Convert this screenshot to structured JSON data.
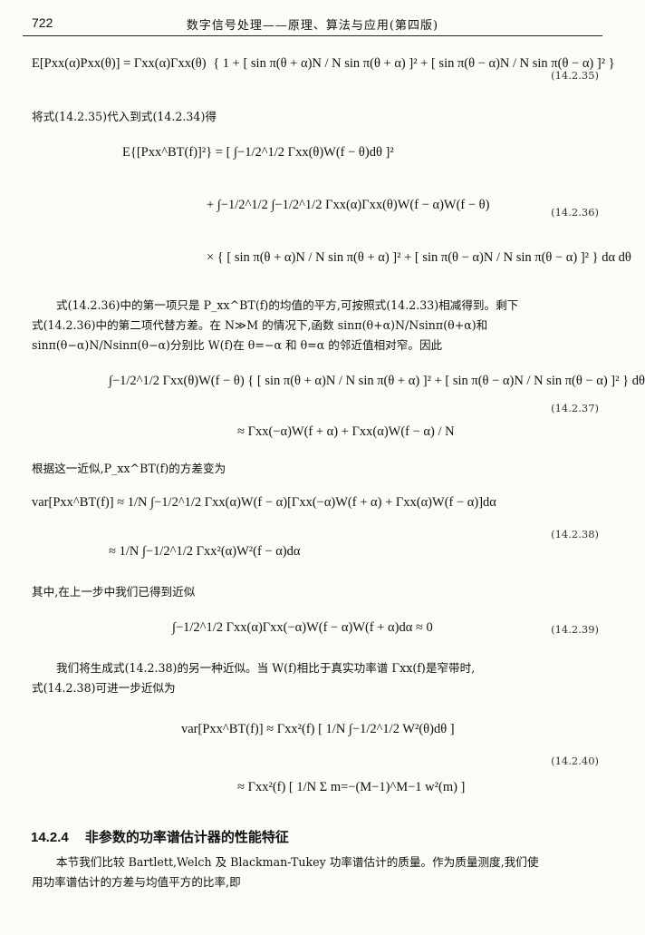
{
  "header": {
    "page_number": "722",
    "running_title": "数字信号处理——原理、算法与应用(第四版)"
  },
  "equations": {
    "e1435": {
      "number": "(14.2.35)",
      "lhs": "E[Pxx(α)Pxx(θ)] = Γxx(α)Γxx(θ)",
      "body": "{ 1 + [ sin π(θ + α)N / N sin π(θ + α) ]² + [ sin π(θ − α)N / N sin π(θ − α) ]² }"
    },
    "e1436": {
      "number": "(14.2.36)",
      "line1": "E{[Pxx^BT(f)]²} = [ ∫−1/2^1/2 Γxx(θ)W(f − θ)dθ ]²",
      "line2": "+ ∫−1/2^1/2 ∫−1/2^1/2 Γxx(α)Γxx(θ)W(f − α)W(f − θ)",
      "line3": "× { [ sin π(θ + α)N / N sin π(θ + α) ]² + [ sin π(θ − α)N / N sin π(θ − α) ]² } dα dθ"
    },
    "e1437": {
      "number": "(14.2.37)",
      "line1": "∫−1/2^1/2 Γxx(θ)W(f − θ) { [ sin π(θ + α)N / N sin π(θ + α) ]² + [ sin π(θ − α)N / N sin π(θ − α) ]² } dθ",
      "line2": "≈ Γxx(−α)W(f + α) + Γxx(α)W(f − α) / N"
    },
    "e1438": {
      "number": "(14.2.38)",
      "line1": "var[Pxx^BT(f)] ≈ 1/N ∫−1/2^1/2 Γxx(α)W(f − α)[Γxx(−α)W(f + α) + Γxx(α)W(f − α)]dα",
      "line2": "≈ 1/N ∫−1/2^1/2 Γxx²(α)W²(f − α)dα"
    },
    "e1439": {
      "number": "(14.2.39)",
      "line1": "∫−1/2^1/2 Γxx(α)Γxx(−α)W(f − α)W(f + α)dα ≈ 0"
    },
    "e1440": {
      "number": "(14.2.40)",
      "line1": "var[Pxx^BT(f)] ≈ Γxx²(f) [ 1/N ∫−1/2^1/2 W²(θ)dθ ]",
      "line2": "≈ Γxx²(f) [ 1/N Σ m=−(M−1)^M−1 w²(m) ]"
    }
  },
  "paragraphs": {
    "p1": "将式(14.2.35)代入到式(14.2.34)得",
    "p2a": "式(14.2.36)中的第一项只是 P_xx^BT(f)的均值的平方,可按照式(14.2.33)相减得到。剩下",
    "p2b": "式(14.2.36)中的第二项代替方差。在 N≫M 的情况下,函数 sinπ(θ+α)N/Nsinπ(θ+α)和",
    "p2c": "sinπ(θ−α)N/Nsinπ(θ−α)分别比 W(f)在 θ=−α 和 θ=α 的邻近值相对窄。因此",
    "p3": "根据这一近似,P_xx^BT(f)的方差变为",
    "p4": "其中,在上一步中我们已得到近似",
    "p5a": "我们将生成式(14.2.38)的另一种近似。当 W(f)相比于真实功率谱 Γxx(f)是窄带时,",
    "p5b": "式(14.2.38)可进一步近似为",
    "p6a": "本节我们比较 Bartlett,Welch 及 Blackman-Tukey 功率谱估计的质量。作为质量测度,我们使",
    "p6b": "用功率谱估计的方差与均值平方的比率,即"
  },
  "section": {
    "number": "14.2.4",
    "title": "非参数的功率谱估计器的性能特征"
  }
}
